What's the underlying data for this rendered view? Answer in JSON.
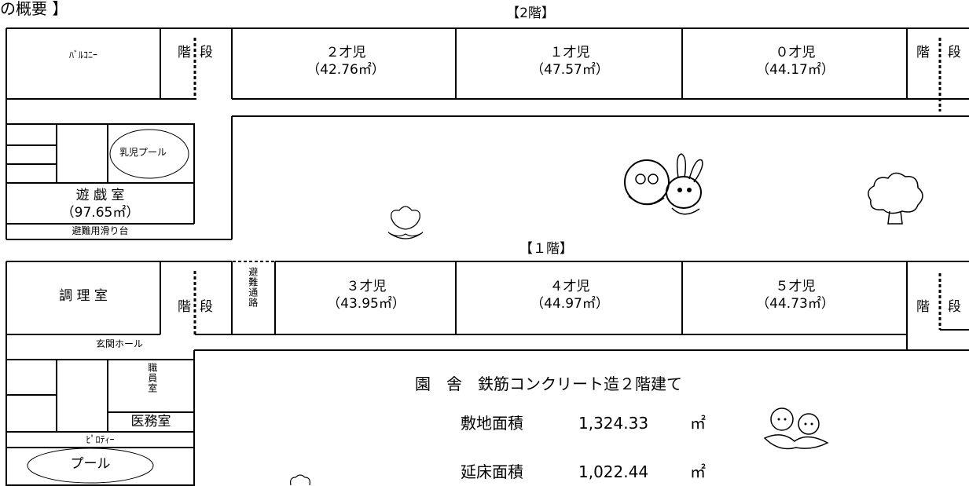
{
  "header": {
    "title": "の概要 】",
    "floor2": "【2階】",
    "floor1": "【１階】"
  },
  "floor2": {
    "balcony": "ﾊﾞﾙｺﾆｰ",
    "stairs_left_a": "階",
    "stairs_left_b": "段",
    "room_2yo": {
      "name": "２才児",
      "area": "（42.76㎡）"
    },
    "room_1yo": {
      "name": "１才児",
      "area": "（47.57㎡）"
    },
    "room_0yo": {
      "name": "０才児",
      "area": "（44.17㎡）"
    },
    "stairs_right_a": "階",
    "stairs_right_b": "段",
    "infant_pool": "乳児プール",
    "playroom": "遊 戯 室",
    "playroom_area": "（97.65㎡）",
    "escape_slide": "避難用滑り台"
  },
  "floor1": {
    "kitchen": "調 理 室",
    "stairs_left_a": "階",
    "stairs_left_b": "段",
    "escape_path": "避難通路",
    "room_3yo": {
      "name": "３才児",
      "area": "（43.95㎡）"
    },
    "room_4yo": {
      "name": "４才児",
      "area": "（44.97㎡）"
    },
    "room_5yo": {
      "name": "５才児",
      "area": "（44.73㎡）"
    },
    "stairs_right_a": "階",
    "stairs_right_b": "段",
    "entrance_hall": "玄関ホール",
    "staff_room": "職員室",
    "medical_room": "医務室",
    "pilotis": "ﾋﾟﾛﾃｨｰ",
    "pool": "プール"
  },
  "summary": {
    "building": "園　舎　鉄筋コンクリート造２階建て",
    "site_area_label": "敷地面積",
    "site_area_value": "1,324.33",
    "floor_area_label": "延床面積",
    "floor_area_value": "1,022.44",
    "unit": "㎡"
  },
  "icons": [
    "tulip-icon",
    "mascot-raccoon-rabbit-icon",
    "tree-icon",
    "children-playing-icon",
    "flower-bud-icon"
  ]
}
